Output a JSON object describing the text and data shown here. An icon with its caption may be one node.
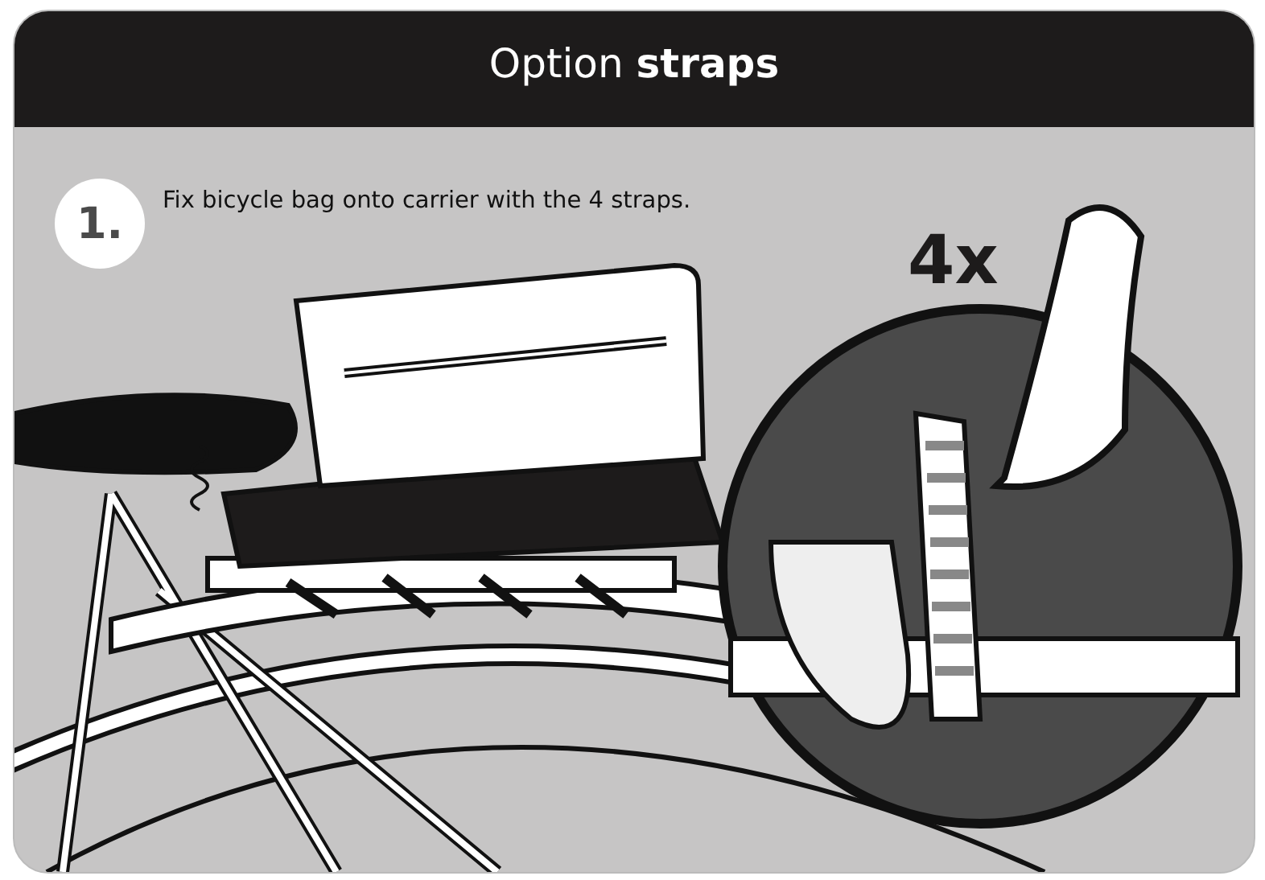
{
  "diagram": {
    "title": "Option **straps**",
    "nodes": [
      {
        "text": [
          "1."
        ]
      }
    ],
    "labels": [
      "Fix bicycle bag onto carrier with the 4 straps.",
      "4x"
    ]
  }
}
